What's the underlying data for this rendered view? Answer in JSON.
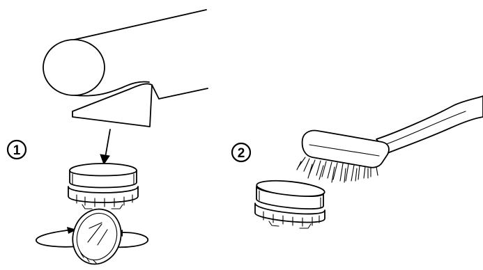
{
  "steps": [
    {
      "number": "1"
    },
    {
      "number": "2"
    }
  ],
  "icons": [
    "faucet-spout",
    "down-arrow",
    "aerator",
    "coin",
    "rotate-arrows",
    "wire-brush"
  ]
}
